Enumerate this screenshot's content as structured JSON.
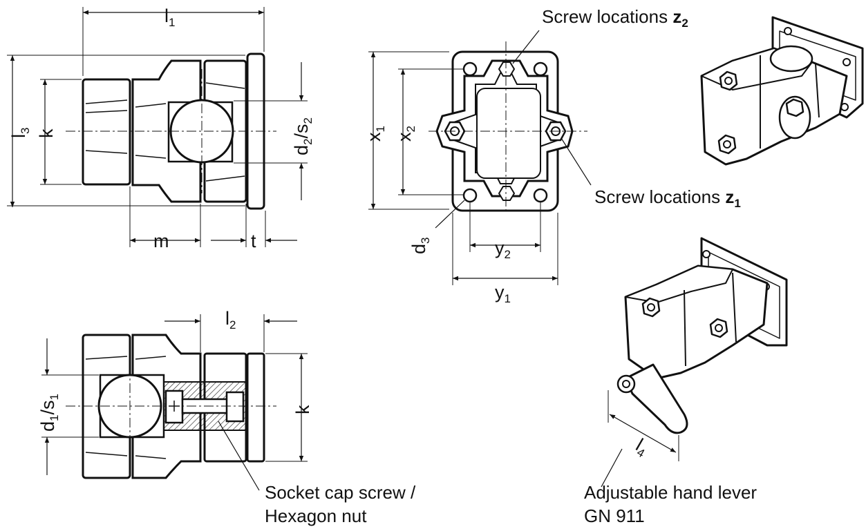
{
  "dimensions": {
    "l1": {
      "main": "l",
      "sub": "1"
    },
    "l2": {
      "main": "l",
      "sub": "2"
    },
    "l3": {
      "main": "l",
      "sub": "3"
    },
    "l4": {
      "main": "l",
      "sub": "4"
    },
    "k": "k",
    "m": "m",
    "t": "t",
    "d2s2": {
      "a": "d",
      "a_sub": "2",
      "sep": "/s",
      "b_sub": "2"
    },
    "d1s1": {
      "a": "d",
      "a_sub": "1",
      "sep": "/s",
      "b_sub": "1"
    },
    "x1": {
      "main": "x",
      "sub": "1"
    },
    "x2": {
      "main": "x",
      "sub": "2"
    },
    "y1": {
      "main": "y",
      "sub": "1"
    },
    "y2": {
      "main": "y",
      "sub": "2"
    },
    "d3": {
      "main": "d",
      "sub": "3"
    }
  },
  "callouts": {
    "screw_z2": {
      "text": "Screw locations ",
      "bold": "z",
      "sub": "2"
    },
    "screw_z1": {
      "text": "Screw locations ",
      "bold": "z",
      "sub": "1"
    },
    "socket_line1": "Socket cap screw /",
    "socket_line2": "Hexagon nut",
    "lever_line1": "Adjustable hand lever",
    "lever_line2": "GN 911"
  }
}
